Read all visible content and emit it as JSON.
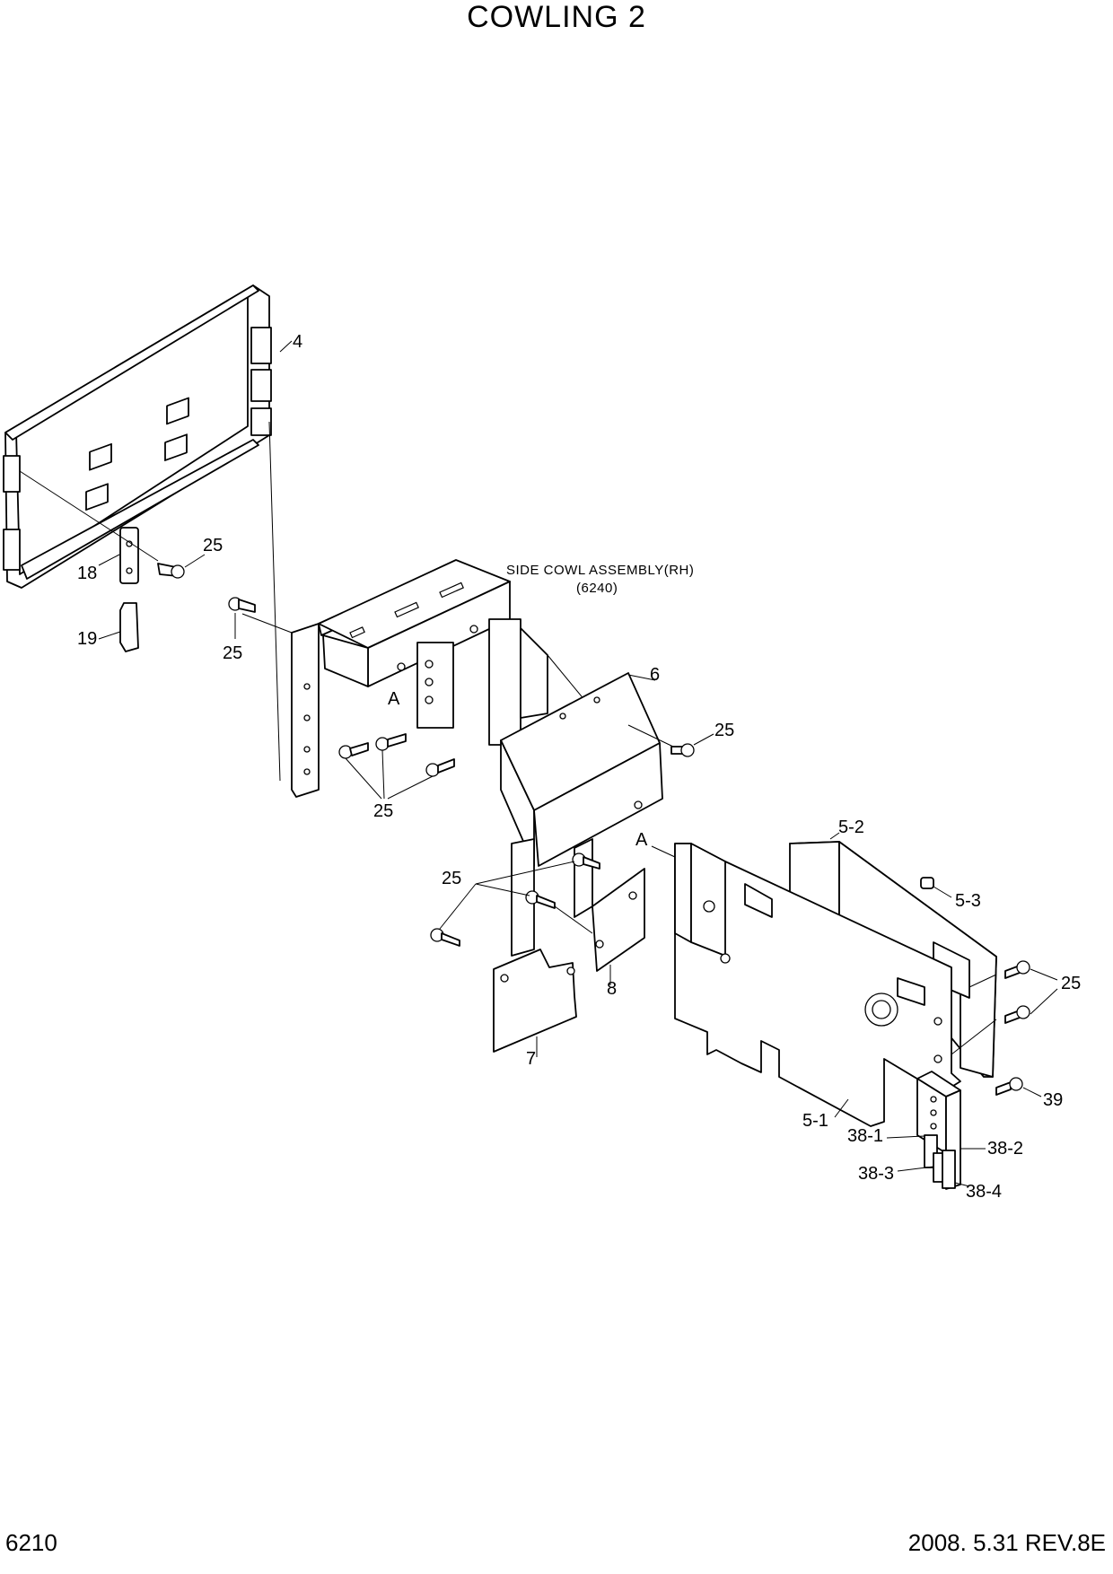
{
  "title": "COWLING 2",
  "footer": {
    "page_code": "6210",
    "date_rev": "2008. 5.31  REV.8E"
  },
  "note": {
    "line1": "SIDE COWL ASSEMBLY(RH)",
    "line2": "(6240)"
  },
  "labels": {
    "p4": "4",
    "p18": "18",
    "p19": "19",
    "p25": "25",
    "pA": "A",
    "p6": "6",
    "p7": "7",
    "p8": "8",
    "p5_1": "5-1",
    "p5_2": "5-2",
    "p5_3": "5-3",
    "p38_1": "38-1",
    "p38_2": "38-2",
    "p38_3": "38-3",
    "p38_4": "38-4",
    "p39": "39"
  }
}
